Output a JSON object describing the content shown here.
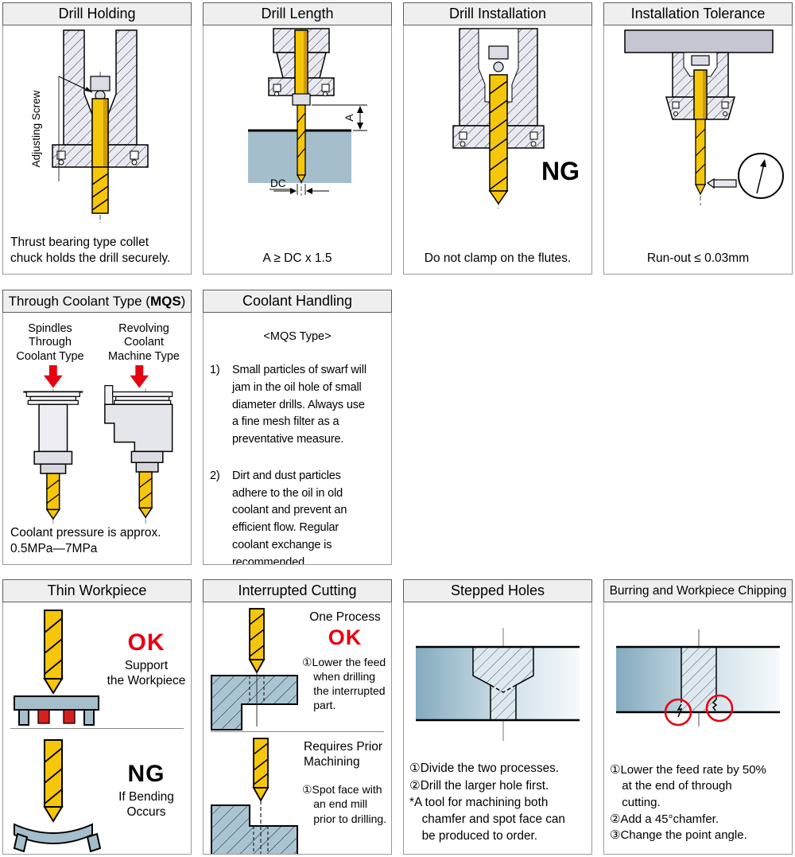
{
  "colors": {
    "accentRed": "#e60012",
    "drillYellow": "#f5c60a",
    "workpieceBlue": "#a5becb",
    "headerBg": "#efefef"
  },
  "panels": {
    "drillHolding": {
      "title": "Drill Holding",
      "label": "Adjusting Screw",
      "caption": "Thrust bearing type collet\nchuck holds the drill securely."
    },
    "drillLength": {
      "title": "Drill Length",
      "dimA": "A",
      "dimDC": "DC",
      "caption": "A ≥ DC x 1.5"
    },
    "drillInstallation": {
      "title": "Drill Installation",
      "ng": "NG",
      "caption": "Do not clamp on the flutes."
    },
    "installationTolerance": {
      "title": "Installation Tolerance",
      "caption": "Run-out ≤ 0.03mm"
    },
    "throughCoolant": {
      "titlePrefix": "Through Coolant Type (",
      "titleBold": "MQS",
      "titleSuffix": ")",
      "leftLabel": "Spindles\nThrough\nCoolant Type",
      "rightLabel": "Revolving\nCoolant\nMachine Type",
      "caption": "Coolant pressure is approx.\n0.5MPa—7MPa"
    },
    "coolantHandling": {
      "title": "Coolant Handling",
      "subtitle": "<MQS Type>",
      "items": [
        {
          "num": "1)",
          "text": "Small particles of swarf will\njam in the oil hole of small\ndiameter drills. Always use\na fine mesh filter as a\npreventative measure."
        },
        {
          "num": "2)",
          "text": "Dirt and dust particles\nadhere to the oil in old\ncoolant and prevent an\nefficient flow. Regular\ncoolant exchange is\nrecommended."
        }
      ]
    },
    "thinWorkpiece": {
      "title": "Thin Workpiece",
      "okLabel": "OK",
      "okText": "Support\nthe Workpiece",
      "ngLabel": "NG",
      "ngText": "If Bending\nOccurs"
    },
    "interruptedCutting": {
      "title": "Interrupted Cutting",
      "topHeading": "One Process",
      "okLabel": "OK",
      "topNote": "①Lower the feed\nwhen drilling\nthe interrupted\npart.",
      "bottomHeading": "Requires Prior\nMachining",
      "bottomNote": "①Spot face with\nan end mill\nprior to drilling."
    },
    "steppedHoles": {
      "title": "Stepped Holes",
      "notes": [
        "①Divide the two processes.",
        "②Drill the larger hole first.",
        "*A tool for machining both\nchamfer and spot face can\nbe produced to order."
      ]
    },
    "burring": {
      "title": "Burring and Workpiece Chipping",
      "notes": [
        "①Lower the feed rate by 50%\nat the end of through\ncutting.",
        "②Add a 45°chamfer.",
        "③Change the point angle."
      ]
    }
  }
}
